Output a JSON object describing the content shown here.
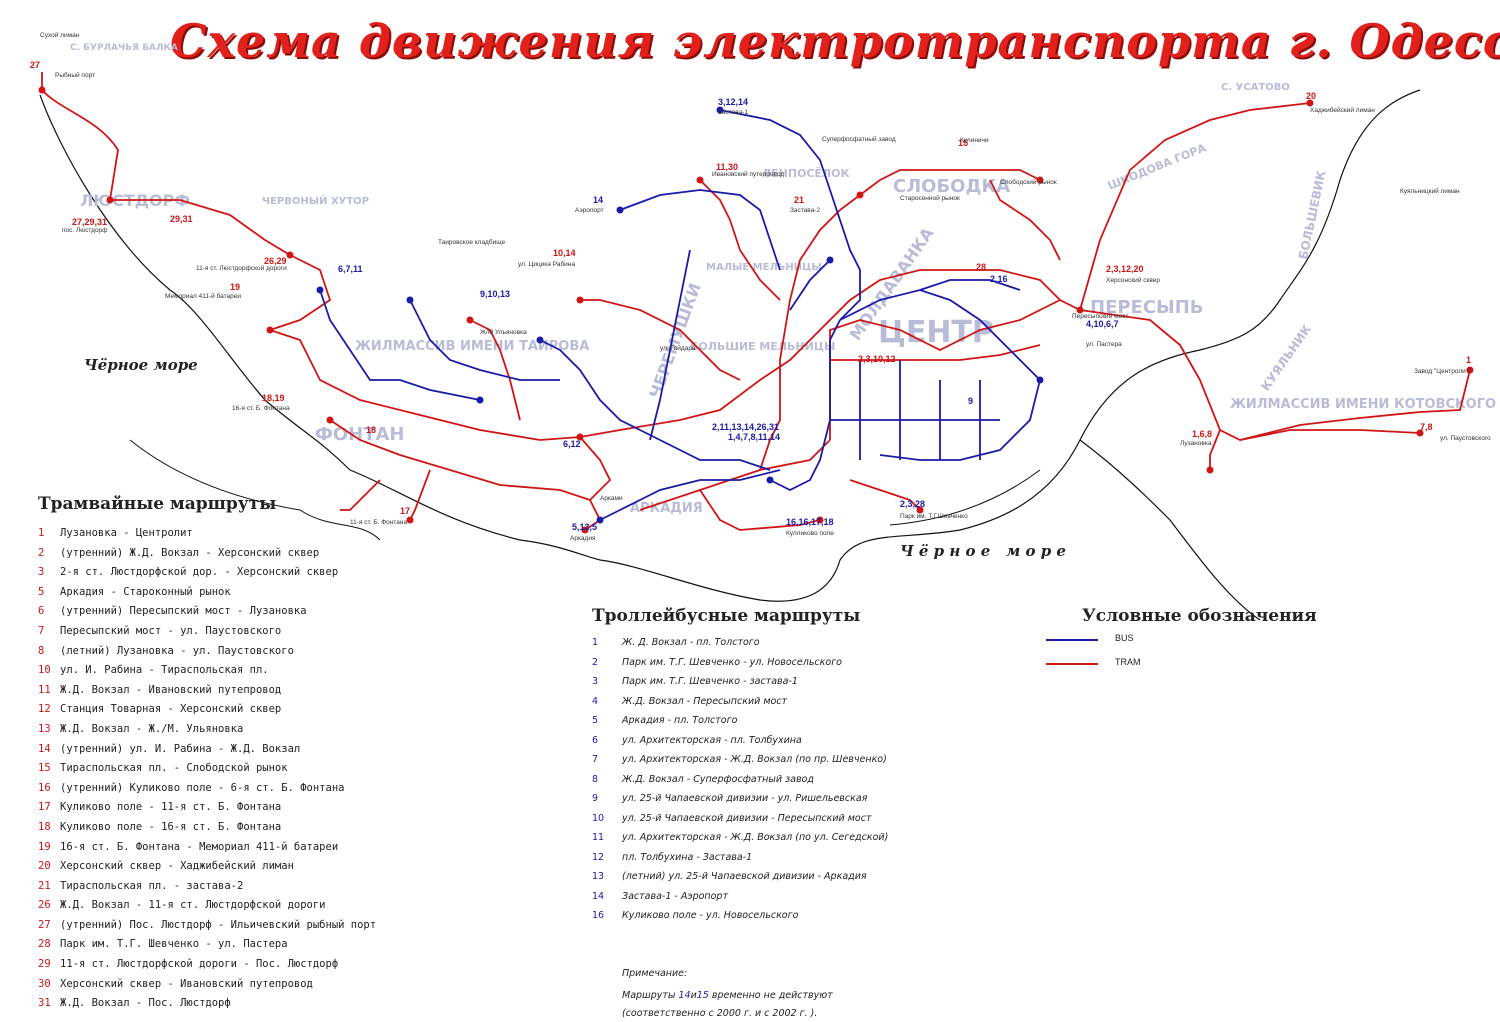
{
  "title": "Схема движения электротранспорта г. Одесса",
  "colors": {
    "tram": "#d01515",
    "trolleybus": "#1a1aa8",
    "district": "#b9bcd6",
    "coast": "#111111"
  },
  "sea_labels": {
    "west": "Чёрное море",
    "south": "Ч ё р н о е   м о р е"
  },
  "districts": [
    "ЛЮСТДОРФ",
    "ЧЕРВОНЫЙ ХУТОР",
    "ЖИЛМАССИВ ИМЕНИ ТАИРОВА",
    "ФОНТАН",
    "ЧЕРЕМУШКИ",
    "БОЛЬШИЕ МЕЛЬНИЦЫ",
    "МАЛЫЕ МЕЛЬНИЦЫ",
    "МОЛДАВАНКА",
    "ЦЕНТР",
    "СЛОБОДКА",
    "ПЕРЕСЫПЬ",
    "БОЛЬШЕВИК",
    "КУЯЛЬНИК",
    "ЖИЛМАССИВ ИМЕНИ КОТОВСКОГО",
    "ШКОДОВА ГОРА",
    "ЛЕНПОСЁЛОК",
    "АРКАДИЯ",
    "С. УСАТОВО",
    "С. БУРЛАЧЬЯ БАЛКА"
  ],
  "water_labels": {
    "sukhoy": "Сухой лиман",
    "khadzhibey": "Хаджибейский лиман",
    "kuyalnik": "Куяльницкий лиман"
  },
  "map_route_labels": [
    "27",
    "27,29,31",
    "29,31",
    "26,29",
    "19",
    "18,19",
    "17",
    "18",
    "3,12,14",
    "11,30",
    "14",
    "21",
    "10,14",
    "20",
    "2,3,12,20",
    "4,10,6,7",
    "1",
    "7,8",
    "1,6,8",
    "5,13,5",
    "16,16,17,18",
    "2,3,28",
    "9,10,13",
    "6,7,11",
    "28",
    "2,11,13,14,26,31",
    "1,4,7,8,11,14",
    "6,12",
    "15",
    "2,3,10,12",
    "9",
    "2,16"
  ],
  "map_stops": [
    "Рыбный порт",
    "Аэропорт",
    "Застава-1",
    "Застава-2",
    "Кулиничи",
    "Арками",
    "Аркадия",
    "Кулликово поле",
    "Парк им. Т.Г.Шевченко",
    "ул. Пастера",
    "Херсонский сквер",
    "ул. Паустовского",
    "Завод \"Центролит\"",
    "Лузановка",
    "Мемориал 411-й батареи",
    "Ивановский путепровод",
    "ул. Цицика Рабина",
    "Старосенной рынок",
    "Слободский рынок",
    "Таировское кладбище",
    "11-я ст. Люстдорфской дороги",
    "16-я ст. Б. Фонтана",
    "11-я ст. Б. Фонтана",
    "Ж/М Ульяновка",
    "Пересыпский мост",
    "Суперфосфатный завод",
    "ул. Гайдара",
    "пос. Люстдорф"
  ],
  "tram_heading": "Трамвайные маршруты",
  "tram_routes": [
    {
      "num": "1",
      "text": "Лузановка - Центролит"
    },
    {
      "num": "2",
      "text": "(утренний) Ж.Д. Вокзал - Херсонский сквер"
    },
    {
      "num": "3",
      "text": "2-я ст. Люстдорфской дор. - Херсонский сквер"
    },
    {
      "num": "5",
      "text": "Аркадия - Староконный рынок"
    },
    {
      "num": "6",
      "text": "(утренний) Пересыпский мост - Лузановка"
    },
    {
      "num": "7",
      "text": "Пересыпский мост - ул. Паустовского"
    },
    {
      "num": "8",
      "text": "(летний) Лузановка - ул. Паустовского"
    },
    {
      "num": "10",
      "text": "ул. И. Рабина - Тираспольская пл."
    },
    {
      "num": "11",
      "text": "Ж.Д. Вокзал - Ивановский путепровод"
    },
    {
      "num": "12",
      "text": "Станция Товарная - Херсонский сквер"
    },
    {
      "num": "13",
      "text": "Ж.Д. Вокзал - Ж./М. Ульяновка"
    },
    {
      "num": "14",
      "text": "(утренний) ул. И. Рабина - Ж.Д. Вокзал"
    },
    {
      "num": "15",
      "text": "Тираспольская пл. - Слободской рынок"
    },
    {
      "num": "16",
      "text": "(утренний) Куликово поле - 6-я ст. Б. Фонтана"
    },
    {
      "num": "17",
      "text": "Куликово поле - 11-я ст. Б. Фонтана"
    },
    {
      "num": "18",
      "text": "Куликово поле - 16-я ст. Б. Фонтана"
    },
    {
      "num": "19",
      "text": "16-я ст. Б. Фонтана - Мемориал 411-й батареи"
    },
    {
      "num": "20",
      "text": "Херсонский сквер - Хаджибейский лиман"
    },
    {
      "num": "21",
      "text": "Тираспольская пл. - застава-2"
    },
    {
      "num": "26",
      "text": "Ж.Д. Вокзал - 11-я ст. Люстдорфской дороги"
    },
    {
      "num": "27",
      "text": "(утренний) Пос. Люстдорф - Ильичевский рыбный порт"
    },
    {
      "num": "28",
      "text": "Парк им. Т.Г. Шевченко - ул. Пастера"
    },
    {
      "num": "29",
      "text": "11-я ст. Люстдорфской дороги - Пос. Люстдорф"
    },
    {
      "num": "30",
      "text": "Херсонский сквер - Ивановский путепровод"
    },
    {
      "num": "31",
      "text": "Ж.Д. Вокзал - Пос. Люстдорф"
    }
  ],
  "trolleybus_heading": "Троллейбусные маршруты",
  "trolleybus_routes": [
    {
      "num": "1",
      "text": "Ж. Д. Вокзал - пл. Толстого"
    },
    {
      "num": "2",
      "text": "Парк им. Т.Г. Шевченко - ул. Новосельского"
    },
    {
      "num": "3",
      "text": "Парк им. Т.Г. Шевченко - застава-1"
    },
    {
      "num": "4",
      "text": "Ж.Д. Вокзал - Пересыпский мост"
    },
    {
      "num": "5",
      "text": "Аркадия - пл. Толстого"
    },
    {
      "num": "6",
      "text": "ул. Архитекторская - пл. Толбухина"
    },
    {
      "num": "7",
      "text": "ул. Архитекторская - Ж.Д. Вокзал (по пр. Шевченко)"
    },
    {
      "num": "8",
      "text": "Ж.Д. Вокзал - Суперфосфатный завод"
    },
    {
      "num": "9",
      "text": "ул. 25-й Чапаевской дивизии - ул. Ришельевская"
    },
    {
      "num": "10",
      "text": "ул. 25-й Чапаевской дивизии - Пересыпский мост"
    },
    {
      "num": "11",
      "text": "ул. Архитекторская - Ж.Д. Вокзал (по ул. Сегедской)"
    },
    {
      "num": "12",
      "text": "пл. Толбухина - Застава-1"
    },
    {
      "num": "13",
      "text": "(летний) ул. 25-й Чапаевской дивизии - Аркадия"
    },
    {
      "num": "14",
      "text": "Застава-1 - Аэропорт"
    },
    {
      "num": "16",
      "text": "Куликово поле - ул. Новосельского"
    }
  ],
  "notes": {
    "label": "Примечание:",
    "line_prefix": "Маршруты",
    "route_a": "14",
    "joiner": "и",
    "route_b": "15",
    "line_suffix": "временно не действуют",
    "line2": "(соответственно с 2000 г. и с 2002 г. )."
  },
  "legend": {
    "heading": "Условные обозначения",
    "bus_label": "BUS",
    "tram_label": "TRAM"
  }
}
